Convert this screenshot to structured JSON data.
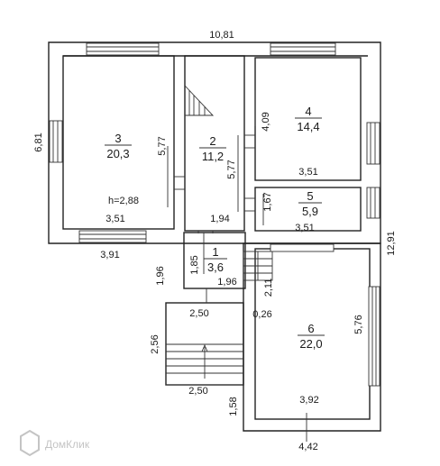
{
  "rooms": [
    {
      "number": "3",
      "area": "20,3"
    },
    {
      "number": "2",
      "area": "11,2"
    },
    {
      "number": "4",
      "area": "14,4"
    },
    {
      "number": "5",
      "area": "5,9"
    },
    {
      "number": "1",
      "area": "3,6"
    },
    {
      "number": "6",
      "area": "22,0"
    }
  ],
  "dimensions": {
    "overall_width": "10,81",
    "overall_left_height": "6,81",
    "overall_right_height": "12,91",
    "room3_height": "5,77",
    "room3_ceiling_height": "h=2,88",
    "room3_width": "3,51",
    "left_bottom": "3,91",
    "room2_height": "5,77",
    "room2_width": "1,94",
    "room4_height": "4,09",
    "room4_width": "3,51",
    "room5_height": "1,67",
    "room5_width": "3,51",
    "room1_height": "1,85",
    "room1_width": "1,96",
    "room1_side": "1,96",
    "room1_right": "2,11",
    "porch_width_top": "2,50",
    "porch_wall": "0,26",
    "porch_height": "2,56",
    "porch_width_bottom": "2,50",
    "room6_height": "5,76",
    "room6_width": "3,92",
    "lower_left": "1,58",
    "bottom_width": "4,42"
  },
  "watermark": "ДомКлик"
}
